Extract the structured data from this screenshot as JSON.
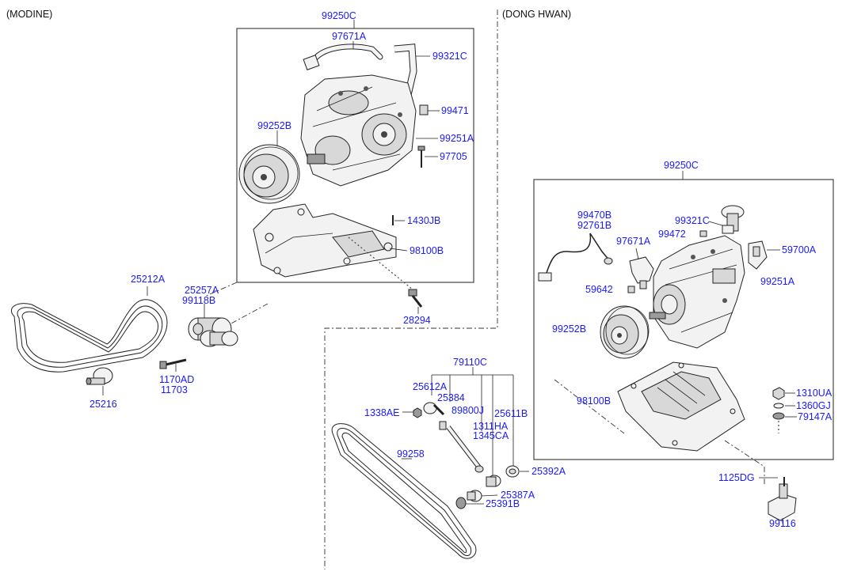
{
  "sections": {
    "left": "(MODINE)",
    "right": "(DONG HWAN)"
  },
  "labels": {
    "l_99250C": "99250C",
    "l_97671A": "97671A",
    "l_99321C": "99321C",
    "l_99471": "99471",
    "l_99252B": "99252B",
    "l_99251A": "99251A",
    "l_97705": "97705",
    "l_1430JB": "1430JB",
    "l_98100B": "98100B",
    "l_28294": "28294",
    "l_25212A": "25212A",
    "l_25257A": "25257A",
    "l_99118B": "99118B",
    "l_1170AD": "1170AD",
    "l_11703": "11703",
    "l_25216": "25216",
    "r_99250C": "99250C",
    "r_99470B": "99470B",
    "r_92761B": "92761B",
    "r_99321C": "99321C",
    "r_99472": "99472",
    "r_97671A": "97671A",
    "r_59700A": "59700A",
    "r_59642": "59642",
    "r_99251A": "99251A",
    "r_99252B": "99252B",
    "r_98100B": "98100B",
    "r_1310UA": "1310UA",
    "r_1360GJ": "1360GJ",
    "r_79147A": "79147A",
    "r_1125DG": "1125DG",
    "r_99116": "99116",
    "b_79110C": "79110C",
    "b_25612A": "25612A",
    "b_25384": "25384",
    "b_89800J": "89800J",
    "b_25611B": "25611B",
    "b_1338AE": "1338AE",
    "b_1311HA": "1311HA",
    "b_1345CA": "1345CA",
    "b_99258": "99258",
    "b_25392A": "25392A",
    "b_25387A": "25387A",
    "b_25391B": "25391B"
  }
}
